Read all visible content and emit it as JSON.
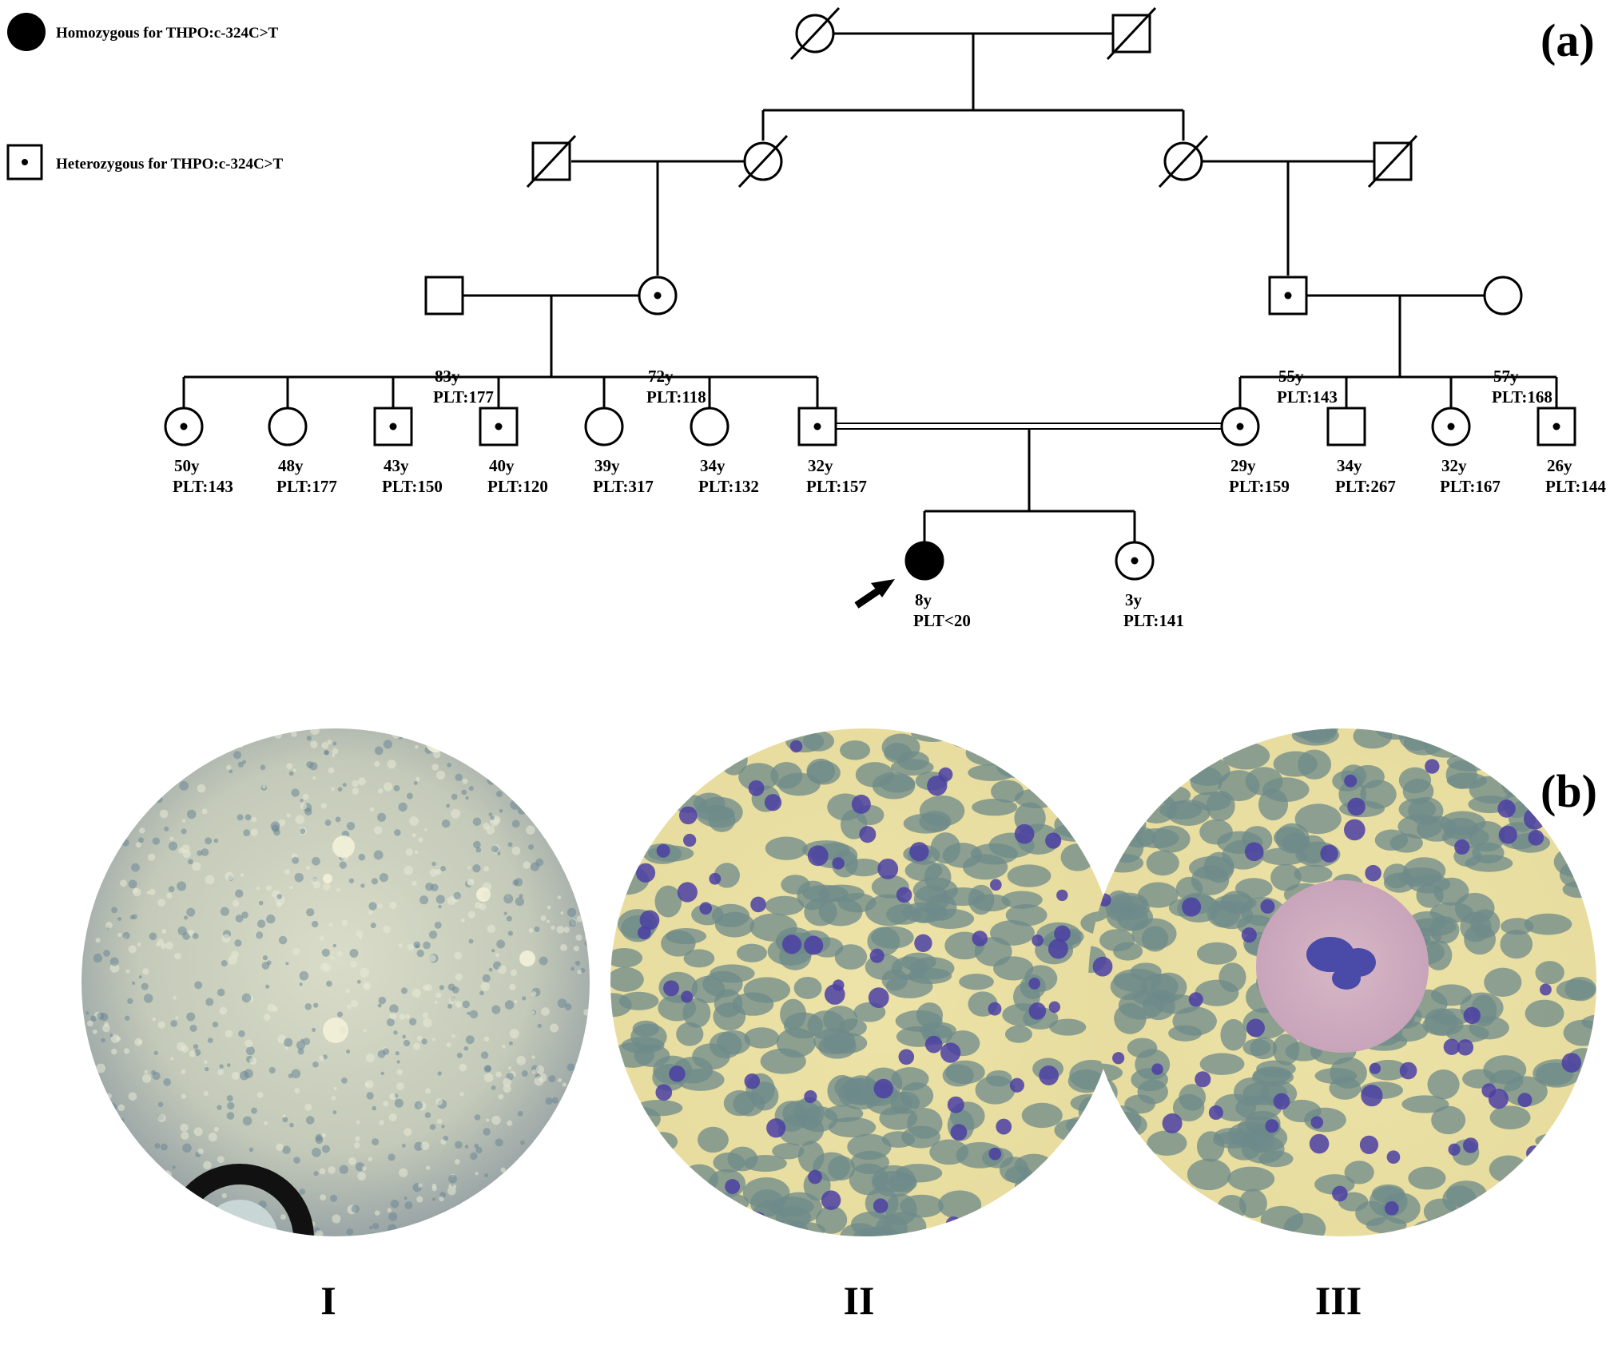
{
  "panel_labels": {
    "a": "(a)",
    "b": "(b)"
  },
  "legend": {
    "homozygous": "Homozygous for THPO:c-324C>T",
    "heterozygous": "Heterozygous for THPO:c-324C>T"
  },
  "pedigree": [
    {
      "id": "g1_f",
      "shape": "circle",
      "status": "deceased",
      "age": "",
      "plt": ""
    },
    {
      "id": "g1_m",
      "shape": "square",
      "status": "deceased",
      "age": "",
      "plt": ""
    },
    {
      "id": "g2_lm",
      "shape": "square",
      "status": "deceased",
      "age": "",
      "plt": ""
    },
    {
      "id": "g2_lf",
      "shape": "circle",
      "status": "deceased",
      "age": "",
      "plt": ""
    },
    {
      "id": "g2_rf",
      "shape": "circle",
      "status": "deceased",
      "age": "",
      "plt": ""
    },
    {
      "id": "g2_rm",
      "shape": "square",
      "status": "deceased",
      "age": "",
      "plt": ""
    },
    {
      "id": "g3_lm",
      "shape": "square",
      "status": "normal",
      "age": "83y",
      "plt": "PLT:177"
    },
    {
      "id": "g3_lf",
      "shape": "circle",
      "status": "het",
      "age": "72y",
      "plt": "PLT:118"
    },
    {
      "id": "g3_rm",
      "shape": "square",
      "status": "het",
      "age": "55y",
      "plt": "PLT:143"
    },
    {
      "id": "g3_rf",
      "shape": "circle",
      "status": "normal",
      "age": "57y",
      "plt": "PLT:168"
    },
    {
      "id": "g4_1",
      "shape": "circle",
      "status": "het",
      "age": "50y",
      "plt": "PLT:143"
    },
    {
      "id": "g4_2",
      "shape": "circle",
      "status": "normal",
      "age": "48y",
      "plt": "PLT:177"
    },
    {
      "id": "g4_3",
      "shape": "square",
      "status": "het",
      "age": "43y",
      "plt": "PLT:150"
    },
    {
      "id": "g4_4",
      "shape": "square",
      "status": "het",
      "age": "40y",
      "plt": "PLT:120"
    },
    {
      "id": "g4_5",
      "shape": "circle",
      "status": "normal",
      "age": "39y",
      "plt": "PLT:317"
    },
    {
      "id": "g4_6",
      "shape": "circle",
      "status": "normal",
      "age": "34y",
      "plt": "PLT:132"
    },
    {
      "id": "g4_7",
      "shape": "square",
      "status": "het",
      "age": "32y",
      "plt": "PLT:157"
    },
    {
      "id": "g4_8",
      "shape": "circle",
      "status": "het",
      "age": "29y",
      "plt": "PLT:159"
    },
    {
      "id": "g4_9",
      "shape": "square",
      "status": "normal",
      "age": "34y",
      "plt": "PLT:267"
    },
    {
      "id": "g4_10",
      "shape": "circle",
      "status": "het",
      "age": "32y",
      "plt": "PLT:167"
    },
    {
      "id": "g4_11",
      "shape": "square",
      "status": "het",
      "age": "26y",
      "plt": "PLT:144"
    },
    {
      "id": "g5_1",
      "shape": "circle",
      "status": "hom",
      "age": "8y",
      "plt": "PLT<20"
    },
    {
      "id": "g5_2",
      "shape": "circle",
      "status": "het",
      "age": "3y",
      "plt": "PLT:141"
    }
  ],
  "micrographs": [
    {
      "label": "I"
    },
    {
      "label": "II"
    },
    {
      "label": "III"
    }
  ]
}
